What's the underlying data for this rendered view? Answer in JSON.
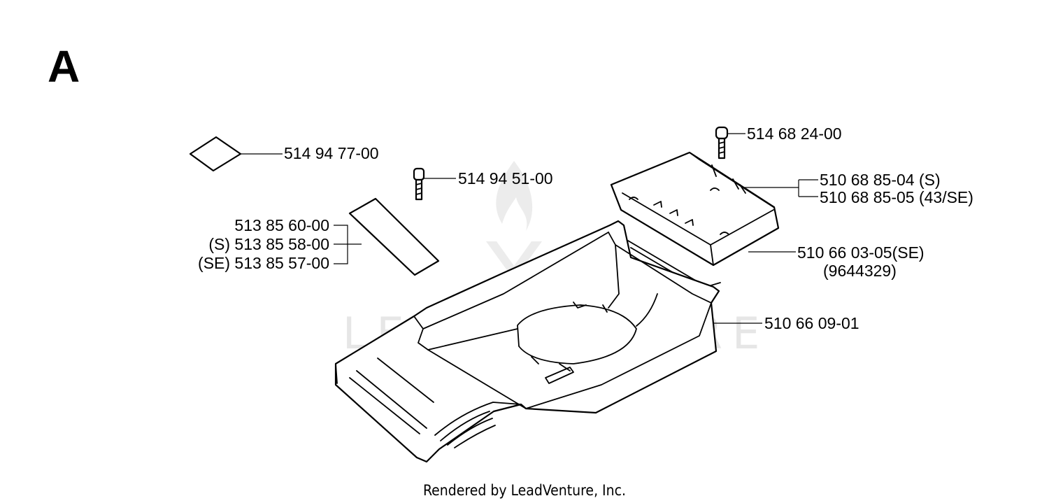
{
  "section_letter": "A",
  "watermark": "LEADVENTURE",
  "footer": "Rendered by LeadVenture, Inc.",
  "callouts": {
    "decal_square": "514 94 77-00",
    "screw_left": "514 94 51-00",
    "decal_strip": [
      "513 85 60-00",
      "(S) 513 85 58-00",
      "(SE) 513 85 57-00"
    ],
    "screw_right": "514 68 24-00",
    "flap": [
      "510 68 85-04 (S)",
      "510 68 85-05 (43/SE)"
    ],
    "bracket": [
      "510 66 03-05(SE)",
      "(9644329)"
    ],
    "housing": "510 66 09-01"
  }
}
